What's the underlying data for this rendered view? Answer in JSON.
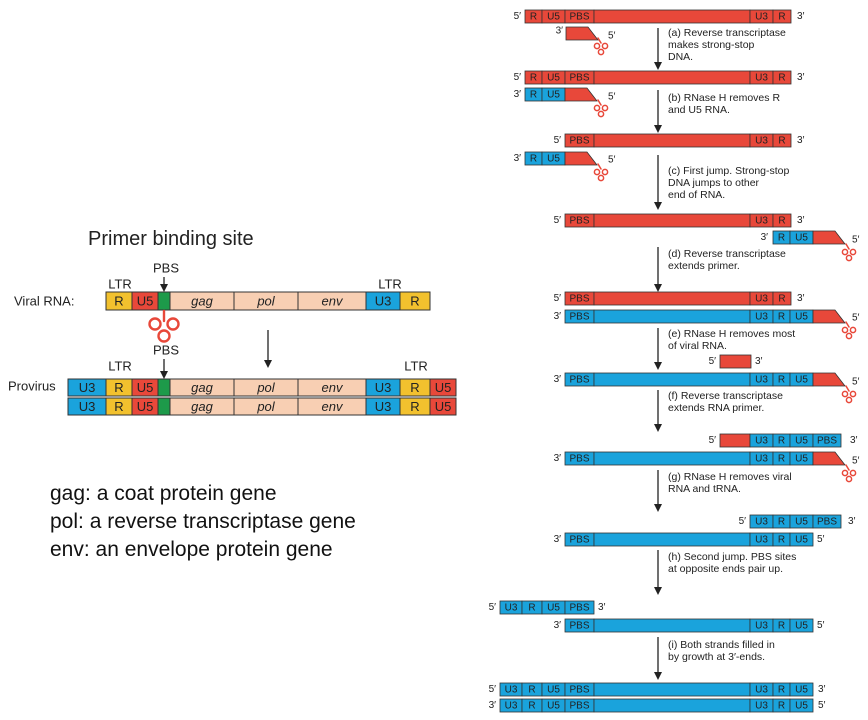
{
  "colors": {
    "red": "#e8483a",
    "blue": "#1aa3dc",
    "yellow": "#f2c12e",
    "peach": "#f8cfb3",
    "green": "#1d9a4a",
    "outline": "#333333"
  },
  "left_panel": {
    "title": "Primer binding site",
    "pbs_label": "PBS",
    "ltr_label": "LTR",
    "viral_rna_label": "Viral RNA:",
    "provirus_label": "Provirus",
    "viral_rna_segments": [
      "R",
      "U5",
      "",
      "gag",
      "pol",
      "env",
      "U3",
      "R"
    ],
    "provirus_segments": [
      "U3",
      "R",
      "U5",
      "",
      "gag",
      "pol",
      "env",
      "U3",
      "R",
      "U5"
    ],
    "legend": [
      "gag: a coat protein gene",
      "pol: a reverse transcriptase gene",
      "env: an envelope protein gene"
    ]
  },
  "labels": {
    "five_prime": "5′",
    "three_prime": "3′"
  },
  "steps": [
    {
      "id": "a",
      "text": [
        "(a) Reverse transcriptase",
        "makes strong-stop",
        "DNA."
      ]
    },
    {
      "id": "b",
      "text": [
        "(b) RNase H removes R",
        "and U5 RNA."
      ]
    },
    {
      "id": "c",
      "text": [
        "(c) First jump. Strong-stop",
        "DNA jumps to other",
        "end of RNA."
      ]
    },
    {
      "id": "d",
      "text": [
        "(d) Reverse transcriptase",
        "extends primer."
      ]
    },
    {
      "id": "e",
      "text": [
        "(e) RNase H removes most",
        "of viral RNA."
      ]
    },
    {
      "id": "f",
      "text": [
        "(f) Reverse transcriptase",
        "extends RNA primer."
      ]
    },
    {
      "id": "g",
      "text": [
        "(g) RNase H removes viral",
        "RNA and tRNA."
      ]
    },
    {
      "id": "h",
      "text": [
        "(h) Second jump. PBS sites",
        "at opposite ends pair up."
      ]
    },
    {
      "id": "i",
      "text": [
        "(i) Both strands filled in",
        "by growth at 3′-ends."
      ]
    }
  ],
  "segment_names": {
    "R": "R",
    "U5": "U5",
    "U3": "U3",
    "PBS": "PBS"
  }
}
